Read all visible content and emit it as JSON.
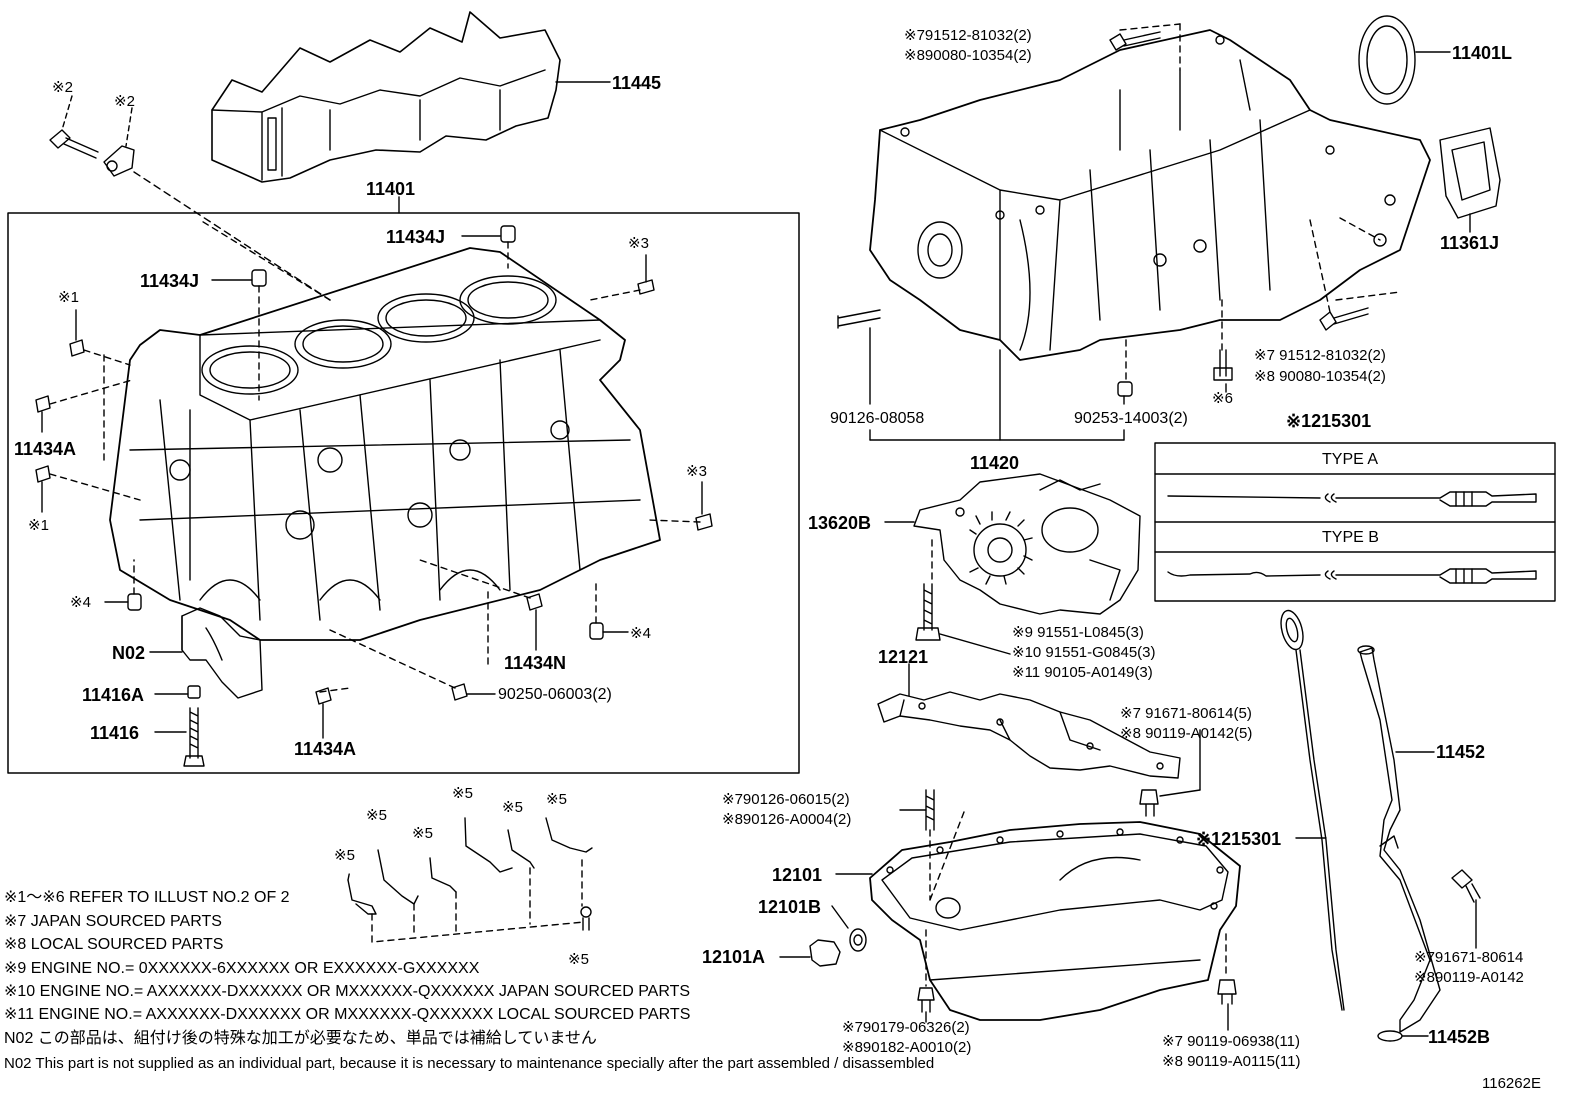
{
  "diagram": {
    "labels": {
      "p11445": "11445",
      "p11401": "11401",
      "p11434J_a": "11434J",
      "p11434J_b": "11434J",
      "p11434A_a": "11434A",
      "p11434A_b": "11434A",
      "p11434N": "11434N",
      "n02": "N02",
      "p11416A": "11416A",
      "p11416": "11416",
      "p90250": "90250-06003(2)",
      "m2a": "※2",
      "m2b": "※2",
      "m1a": "※1",
      "m1b": "※1",
      "m3a": "※3",
      "m3b": "※3",
      "m4a": "※4",
      "m4b": "※4",
      "m5a": "※5",
      "m5b": "※5",
      "m5c": "※5",
      "m5d": "※5",
      "m5e": "※5",
      "m5f": "※5",
      "m5g": "※5",
      "p11401L": "11401L",
      "p11361J": "11361J",
      "top_bolt_1": "※791512-81032(2)",
      "top_bolt_2": "※890080-10354(2)",
      "right_bolt_1": "※7 91512-81032(2)",
      "right_bolt_2": "※8 90080-10354(2)",
      "m6": "※6",
      "p90126_08058": "90126-08058",
      "p90253": "90253-14003(2)",
      "p11420": "11420",
      "p15301_top": "※1215301",
      "type_a": "TYPE A",
      "type_b": "TYPE B",
      "p13620B": "13620B",
      "p12121": "12121",
      "eng9": "※9  91551-L0845(3)",
      "eng10": "※10 91551-G0845(3)",
      "eng11": "※11 90105-A0149(3)",
      "cover_bolt_1": "※7 91671-80614(5)",
      "cover_bolt_2": "※8 90119-A0142(5)",
      "stud_1": "※790126-06015(2)",
      "stud_2": "※890126-A0004(2)",
      "p12101": "12101",
      "p12101B": "12101B",
      "p12101A": "12101A",
      "p15301_mid": "※1215301",
      "p11452": "11452",
      "guide_bolt_1": "※791671-80614",
      "guide_bolt_2": "※890119-A0142",
      "pan_bolt_a1": "※790179-06326(2)",
      "pan_bolt_a2": "※890182-A0010(2)",
      "pan_bolt_b1": "※7 90119-06938(11)",
      "pan_bolt_b2": "※8 90119-A0115(11)",
      "p11452B": "11452B",
      "ref": "116262E"
    },
    "notes": [
      "※1～※6 REFER TO ILLUST NO.2 OF 2",
      "※7 JAPAN SOURCED PARTS",
      "※8 LOCAL SOURCED PARTS",
      "※9   ENGINE NO.= 0XXXXXX-6XXXXXX OR EXXXXXX-GXXXXXX",
      "※10 ENGINE NO.= AXXXXXX-DXXXXXX OR MXXXXXX-QXXXXXX JAPAN SOURCED PARTS",
      "※11 ENGINE NO.= AXXXXXX-DXXXXXX OR MXXXXXX-QXXXXXX LOCAL SOURCED PARTS",
      "N02  この部品は、組付け後の特殊な加工が必要なため、単品では補給していません",
      "N02  This part is not supplied as an individual part, because it is necessary to maintenance specially after the part assembled / disassembled"
    ]
  }
}
